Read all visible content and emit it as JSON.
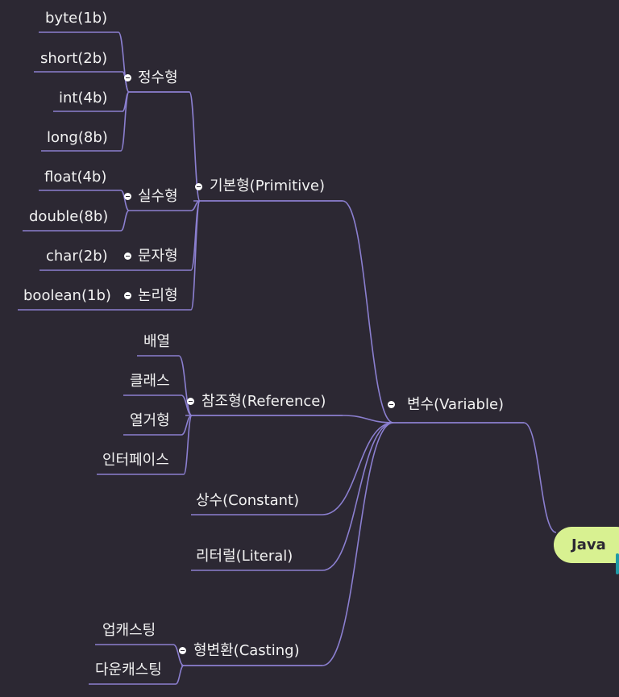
{
  "colors": {
    "background": "#2c2833",
    "link": "#8b7fd0",
    "root_fill": "#d8f191",
    "root_accent": "#1f9aa5",
    "text": "#f2f2f2"
  },
  "mindmap": {
    "root": {
      "label": "Java"
    },
    "variable": {
      "label": "변수(Variable)"
    },
    "primitive": {
      "label": "기본형(Primitive)"
    },
    "integer": {
      "label": "정수형",
      "children": [
        "byte(1b)",
        "short(2b)",
        "int(4b)",
        "long(8b)"
      ]
    },
    "real": {
      "label": "실수형",
      "children": [
        "float(4b)",
        "double(8b)"
      ]
    },
    "character": {
      "label": "문자형",
      "children": [
        "char(2b)"
      ]
    },
    "logical": {
      "label": "논리형",
      "children": [
        "boolean(1b)"
      ]
    },
    "reference": {
      "label": "참조형(Reference)",
      "children": [
        "배열",
        "클래스",
        "열거형",
        "인터페이스"
      ]
    },
    "constant": {
      "label": "상수(Constant)"
    },
    "literal": {
      "label": "리터럴(Literal)"
    },
    "casting": {
      "label": "형변환(Casting)",
      "children": [
        "업캐스팅",
        "다운캐스팅"
      ]
    }
  }
}
